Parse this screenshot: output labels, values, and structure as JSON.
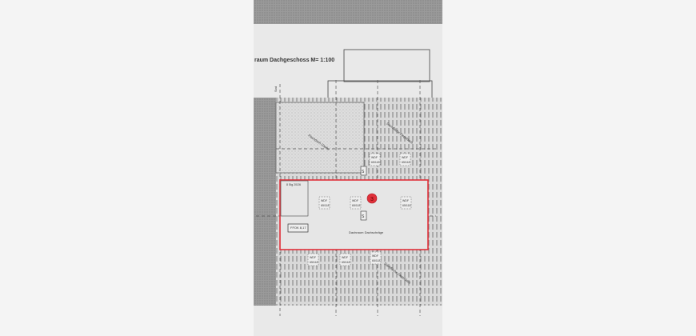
{
  "plan": {
    "title": "raum Dachgeschoss M= 1:100",
    "room_label": "Dachraum Dachschräge",
    "hatched_label_1": "Flachdach Gaube",
    "hatched_label_2": "Dachfläche Ziegeldach",
    "hatched_label_3": "Dachfläche Ziegeldach",
    "window_label": "WDF",
    "window_size": "65/118",
    "ffok_label": "FFOK 8,17",
    "stair_label": "8 Stg 20/26",
    "marker_number": "3",
    "chimney_label": "S",
    "axis_label": "Sod",
    "highlight_color": "#e0303a"
  }
}
